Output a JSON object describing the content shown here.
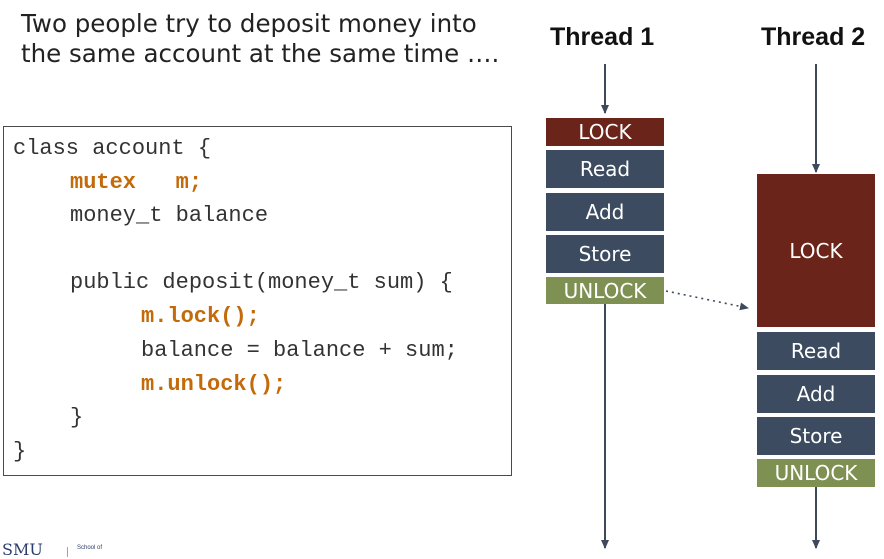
{
  "intro": {
    "line1": "Two people try to deposit money into",
    "line2": "the same account at the same time …."
  },
  "code": {
    "line1": "class account {",
    "line2_kw": "mutex   m;",
    "line3": "money_t balance",
    "line4": "public deposit(money_t sum) {",
    "line5_kw": "m.lock();",
    "line6": "balance = balance + sum;",
    "line7_kw": "m.unlock();",
    "line8": "}",
    "line9": "}"
  },
  "thread1": {
    "title": "Thread 1",
    "blocks": [
      "LOCK",
      "Read",
      "Add",
      "Store",
      "UNLOCK"
    ]
  },
  "thread2": {
    "title": "Thread 2",
    "blocks": [
      "LOCK",
      "Read",
      "Add",
      "Store",
      "UNLOCK"
    ]
  },
  "colors": {
    "lock": "#6b2419",
    "step": "#3c4b60",
    "unlock": "#7f9152",
    "code_keyword": "#c36a0a"
  },
  "logo": {
    "mark": "SMU",
    "school": "School of"
  }
}
